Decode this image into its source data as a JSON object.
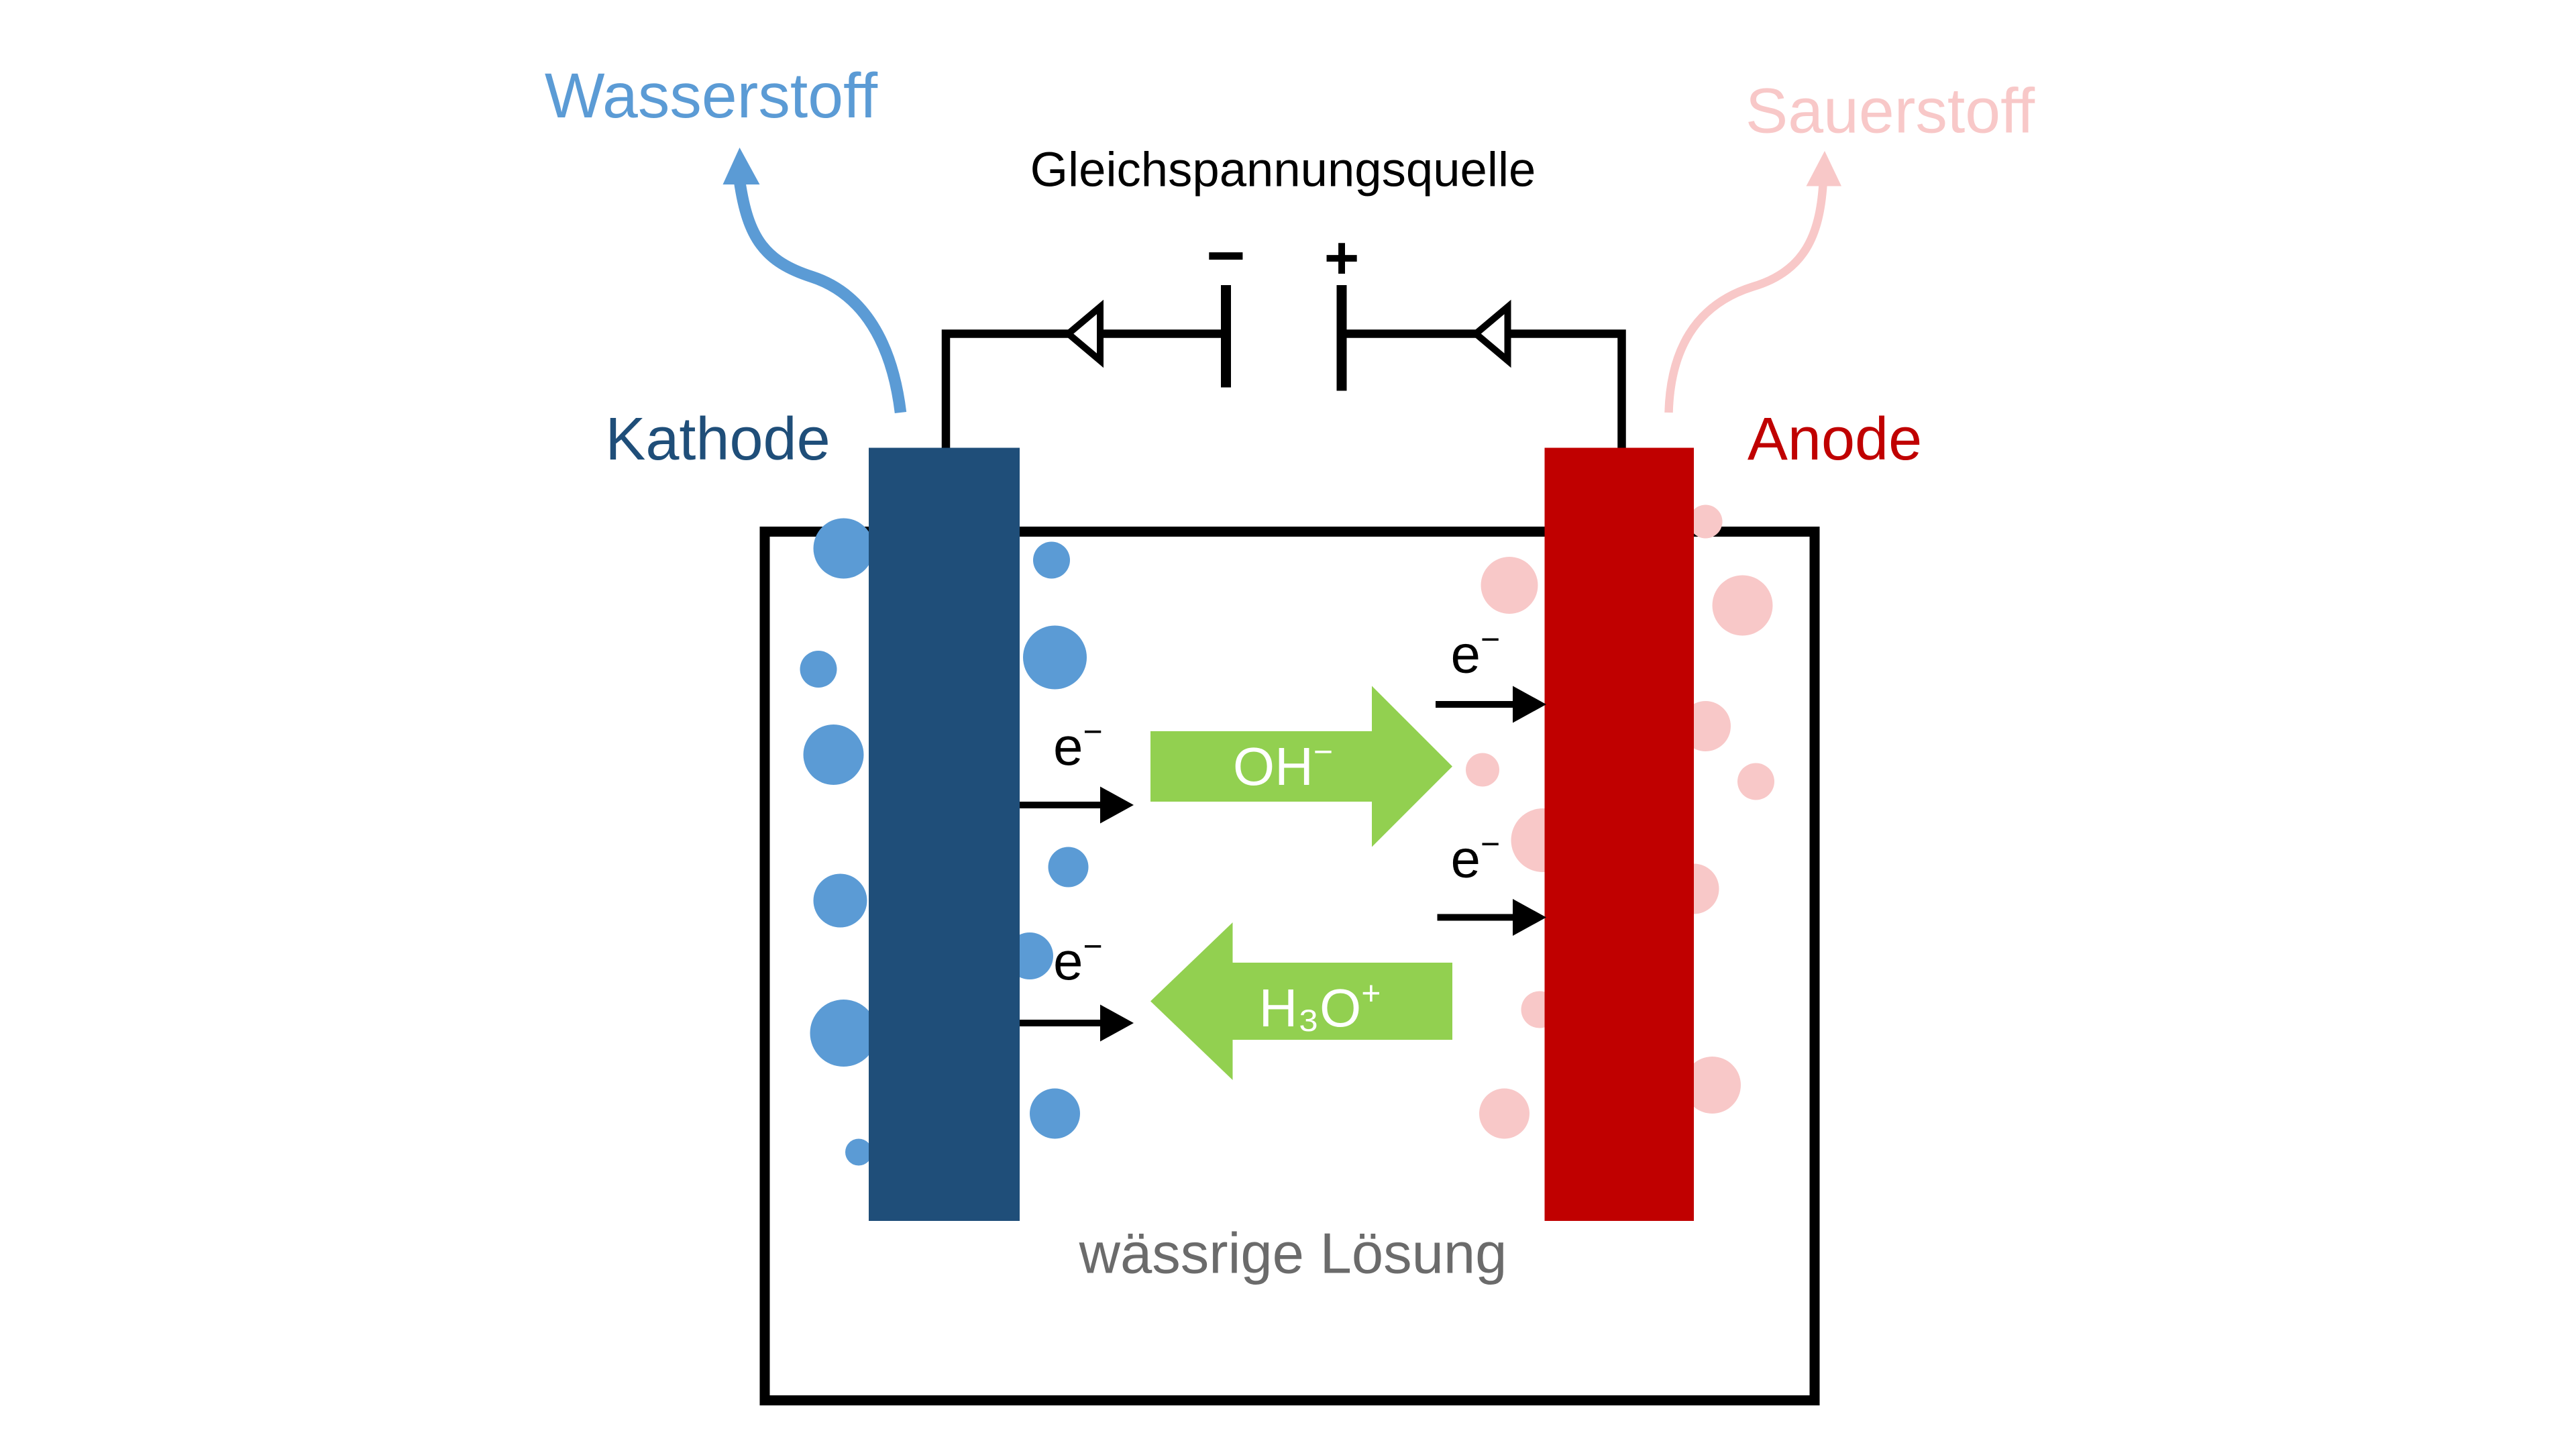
{
  "labels": {
    "hydrogen": "Wasserstoff",
    "oxygen": "Sauerstoff",
    "source": "Gleichspannungsquelle",
    "minus": "−",
    "plus": "+",
    "cathode": "Kathode",
    "anode": "Anode",
    "solution": "wässrige Lösung",
    "electron": "e",
    "electron_charge": "−",
    "hydroxide": "OH",
    "hydroxide_charge": "−",
    "hydronium": "H₃O",
    "hydronium_charge": "+"
  },
  "colors": {
    "hydrogen": "#5b9bd5",
    "oxygen": "#f8c8c8",
    "cathode": "#1f4e79",
    "anode": "#c00000",
    "ion_arrow": "#92d050",
    "wire": "#000000",
    "solution_label": "#6b6b6b"
  }
}
